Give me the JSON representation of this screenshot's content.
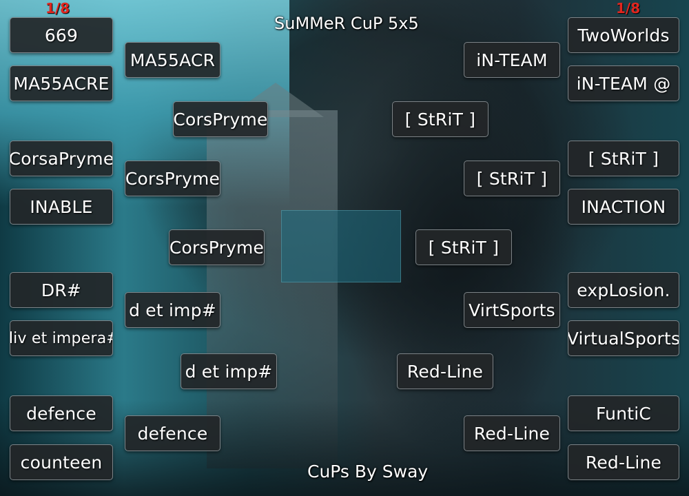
{
  "title": "SuMMeR CuP 5x5",
  "footer": "CuPs By Sway",
  "stage_left": "1/8",
  "stage_right": "1/8",
  "left": {
    "r1": [
      "669",
      "MA55ACRE",
      "CorsaPryme",
      "INABLE",
      "DR#",
      "div et impera#",
      "defence",
      "counteen"
    ],
    "r2": [
      "MA55ACR",
      "CorsPryme",
      "d et imp#",
      "defence"
    ],
    "r3": [
      "CorsPryme",
      "d et imp#"
    ],
    "r4": [
      "CorsPryme"
    ]
  },
  "right": {
    "r1": [
      "TwoWorlds",
      "iN-TEAM @",
      "[ StRiT ]",
      "INACTION",
      "expLosion.",
      "VirtualSports",
      "FuntiC",
      "Red-Line"
    ],
    "r2": [
      "iN-TEAM",
      "[ StRiT ]",
      "VirtSports",
      "Red-Line"
    ],
    "r3": [
      "[ StRiT ]",
      "Red-Line"
    ],
    "r4": [
      "[ StRiT ]"
    ]
  }
}
